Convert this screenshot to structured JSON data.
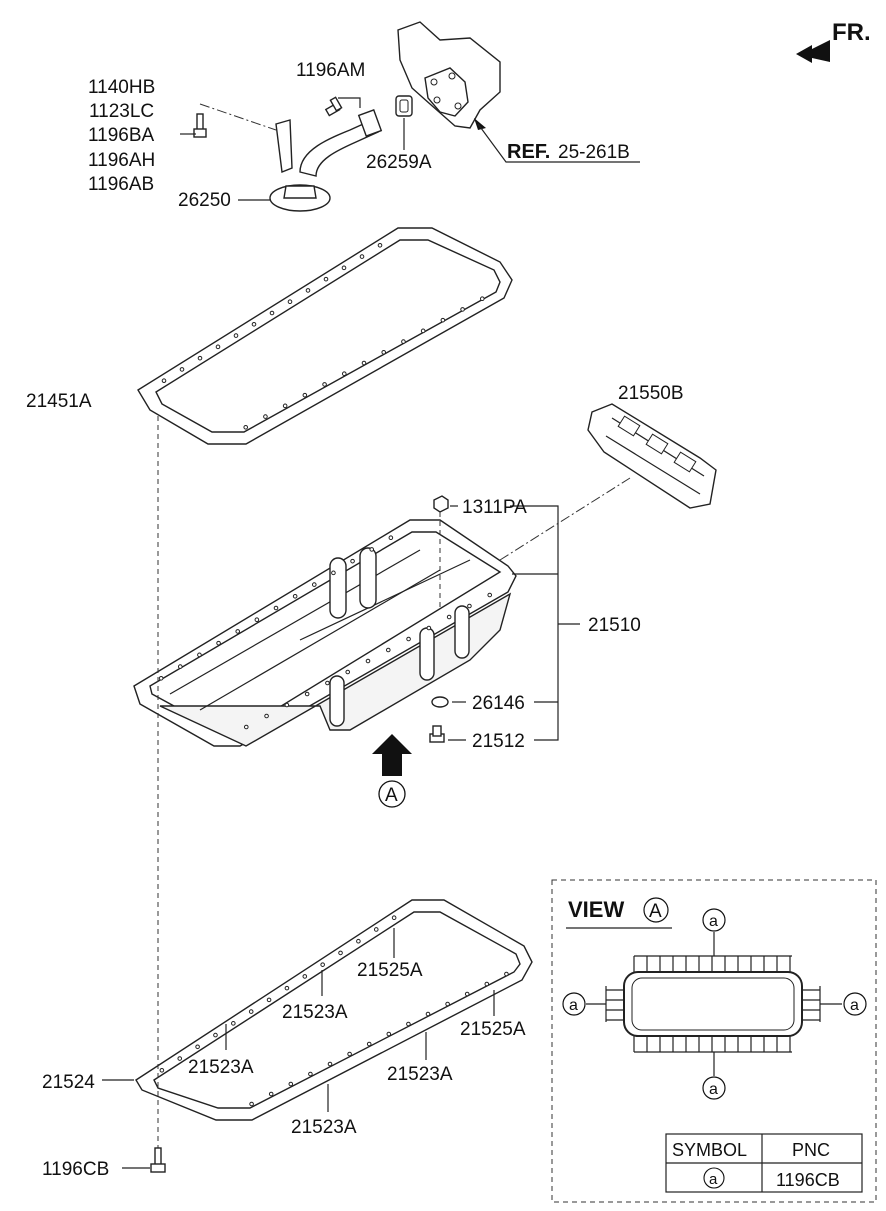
{
  "orientation": {
    "label": "FR."
  },
  "ref_label": {
    "prefix": "REF.",
    "code": "25-261B"
  },
  "part_labels": {
    "p1140HB": "1140HB",
    "p1123LC": "1123LC",
    "p1196BA": "1196BA",
    "p1196AH": "1196AH",
    "p1196AB": "1196AB",
    "p26250": "26250",
    "p1196AM": "1196AM",
    "p26259A": "26259A",
    "p21451A": "21451A",
    "p21550B": "21550B",
    "p1311PA": "1311PA",
    "p21510": "21510",
    "p26146": "26146",
    "p21512": "21512",
    "p21525A_top": "21525A",
    "p21523A_1": "21523A",
    "p21525A_right": "21525A",
    "p21523A_2": "21523A",
    "p21523A_3": "21523A",
    "p21523A_4": "21523A",
    "p21524": "21524",
    "p1196CB": "1196CB"
  },
  "view_marker": {
    "letter": "A"
  },
  "view_box": {
    "title": "VIEW",
    "letter": "A",
    "point_symbol": "a"
  },
  "legend_table": {
    "headers": [
      "SYMBOL",
      "PNC"
    ],
    "rows": [
      {
        "symbol": "a",
        "pnc": "1196CB"
      }
    ]
  }
}
